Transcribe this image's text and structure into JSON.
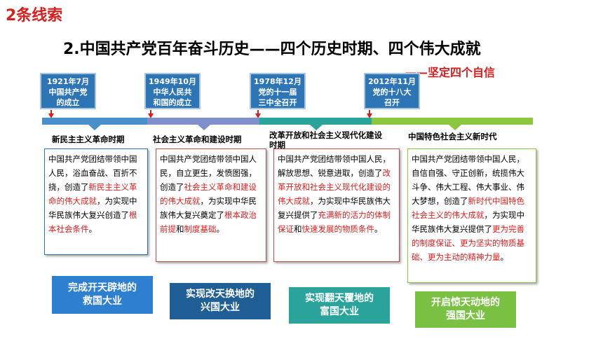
{
  "section_title": "2条线索",
  "main_title": "2.中国共产党百年奋斗历史——四个历史时期、四个伟大成就",
  "subtitle": "——坚定四个自信",
  "dates": [
    {
      "line1": "1921年7月",
      "line2": "中国共产党",
      "line3": "的成立"
    },
    {
      "line1": "1949年10月",
      "line2": "中华人民共",
      "line3": "和国的成立"
    },
    {
      "line1": "1978年12月",
      "line2": "党的十一届",
      "line3": "三中全召开"
    },
    {
      "line1": "2012年11月",
      "line2": "党的十八大",
      "line3": "召开"
    }
  ],
  "periods": [
    {
      "label": "新民主主义革命时期"
    },
    {
      "label": "社会主义革命和建设时期"
    },
    {
      "label": "改革开放和社会主义现代化建设时期"
    },
    {
      "label": "中国特色社会主义新时代"
    }
  ],
  "cards": [
    {
      "p1": "中国共产党团结带领中国人民，浴血奋战、百折不挠，创造了",
      "r1": "新民主主义革命的伟大成就",
      "p2": "，为实现中华民族伟大复兴创造了",
      "r2": "根本社会条件",
      "p3": "。",
      "r3": "",
      "p4": ""
    },
    {
      "p1": "中国共产党团结带领中国人民，自立更生，发愤图强，创造了",
      "r1": "社会主义革命和建设的伟大成就",
      "p2": "，为实现中华民族伟大复兴奠定了",
      "r2": "根本政治前提",
      "p3": "和",
      "r3": "制度基础",
      "p4": "。"
    },
    {
      "p1": "中国共产党团结带领中国人民，解放思想、锐意进取，创造了",
      "r1": "改革开放和社会主义现代化建设的伟大成就",
      "p2": "，为实现中华民族伟大复兴提供了",
      "r2": "充满新的活力的体制保证",
      "p3": "和",
      "r3": "快速发展的物质条件",
      "p4": "。"
    },
    {
      "p1": "中国共产党团结带领中国人民，自信自强、守正创新，统揽伟大斗争、伟大工程、伟大事业、伟大梦想，创造了",
      "r1": "新时代中国特色社会主义的伟大成就",
      "p2": "，为实现中华民族伟大复兴提供了",
      "r2": "更为完善的制度保证、更为坚实的物质基础、更为主动的精神力量",
      "p3": "。",
      "r3": "",
      "p4": ""
    }
  ],
  "goals": [
    {
      "line1": "完成开天辟地的",
      "line2": "救国大业"
    },
    {
      "line1": "实现改天换地的",
      "line2": "兴国大业"
    },
    {
      "line1": "实现翻天覆地的",
      "line2": "富国大业"
    },
    {
      "line1": "开启惊天动地的",
      "line2": "强国大业"
    }
  ],
  "colors": {
    "accent_red": "#d6201f",
    "date_blue": "#2e75b6",
    "bar1": "#4a90c8",
    "bar2": "#7f8fc9",
    "bar3": "#2aa49b",
    "bar4": "#8cc63f",
    "goal1": "#2f7fd0",
    "goal2": "#1f5f96",
    "goal3": "#2aa49b",
    "goal4": "#7ac143"
  }
}
